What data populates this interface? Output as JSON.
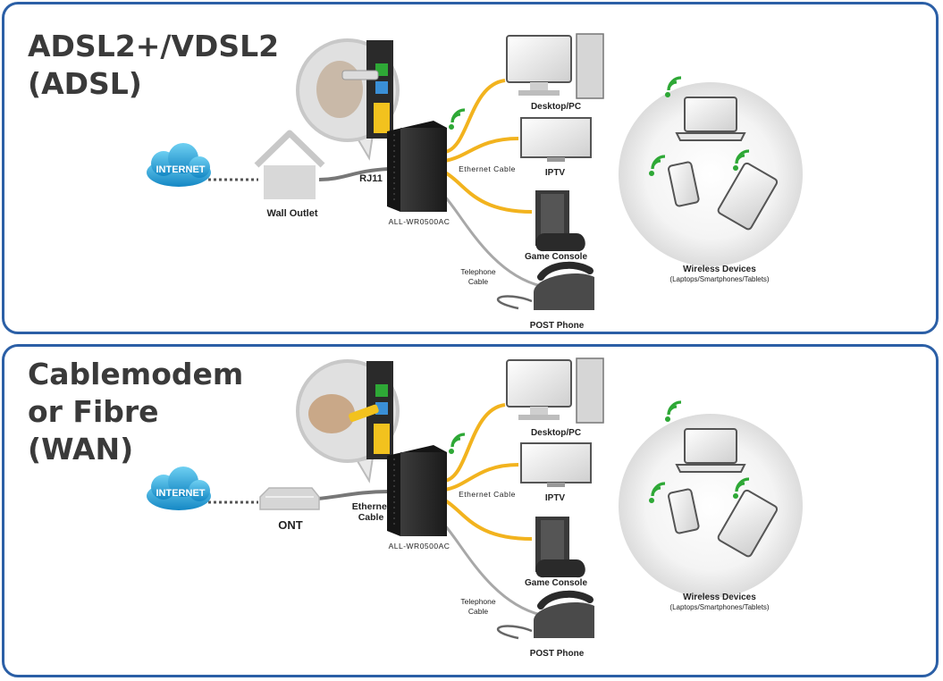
{
  "colors": {
    "border": "#2b5fa6",
    "ethernet": "#f2b31e",
    "phone_line": "#a8a8a8",
    "wifi": "#2ea836",
    "cloud": "#1da3dc",
    "router": "#2a2a2a"
  },
  "panels": [
    {
      "title_lines": [
        "ADSL2+/VDSL2",
        "(ADSL)"
      ],
      "internet_label": "INTERNET",
      "outlet_label": "Wall Outlet",
      "connector_label": "RJ11",
      "router_label": "ALL-WR0500AC",
      "ethernet_label": "Ethernet Cable",
      "phone_cable_label_1": "Telephone",
      "phone_cable_label_2": "Cable",
      "devices": {
        "desktop": "Desktop/PC",
        "iptv": "IPTV",
        "console": "Game Console",
        "phone": "POST Phone"
      },
      "wireless_label": "Wireless Devices",
      "wireless_sublabel": "(Laptops/Smartphones/Tablets)"
    },
    {
      "title_lines": [
        "Cablemodem",
        "or Fibre",
        "(WAN)"
      ],
      "internet_label": "INTERNET",
      "outlet_label": "ONT",
      "connector_label_1": "Ethernet",
      "connector_label_2": "Cable",
      "router_label": "ALL-WR0500AC",
      "ethernet_label": "Ethernet Cable",
      "phone_cable_label_1": "Telephone",
      "phone_cable_label_2": "Cable",
      "devices": {
        "desktop": "Desktop/PC",
        "iptv": "IPTV",
        "console": "Game Console",
        "phone": "POST Phone"
      },
      "wireless_label": "Wireless Devices",
      "wireless_sublabel": "(Laptops/Smartphones/Tablets)"
    }
  ]
}
